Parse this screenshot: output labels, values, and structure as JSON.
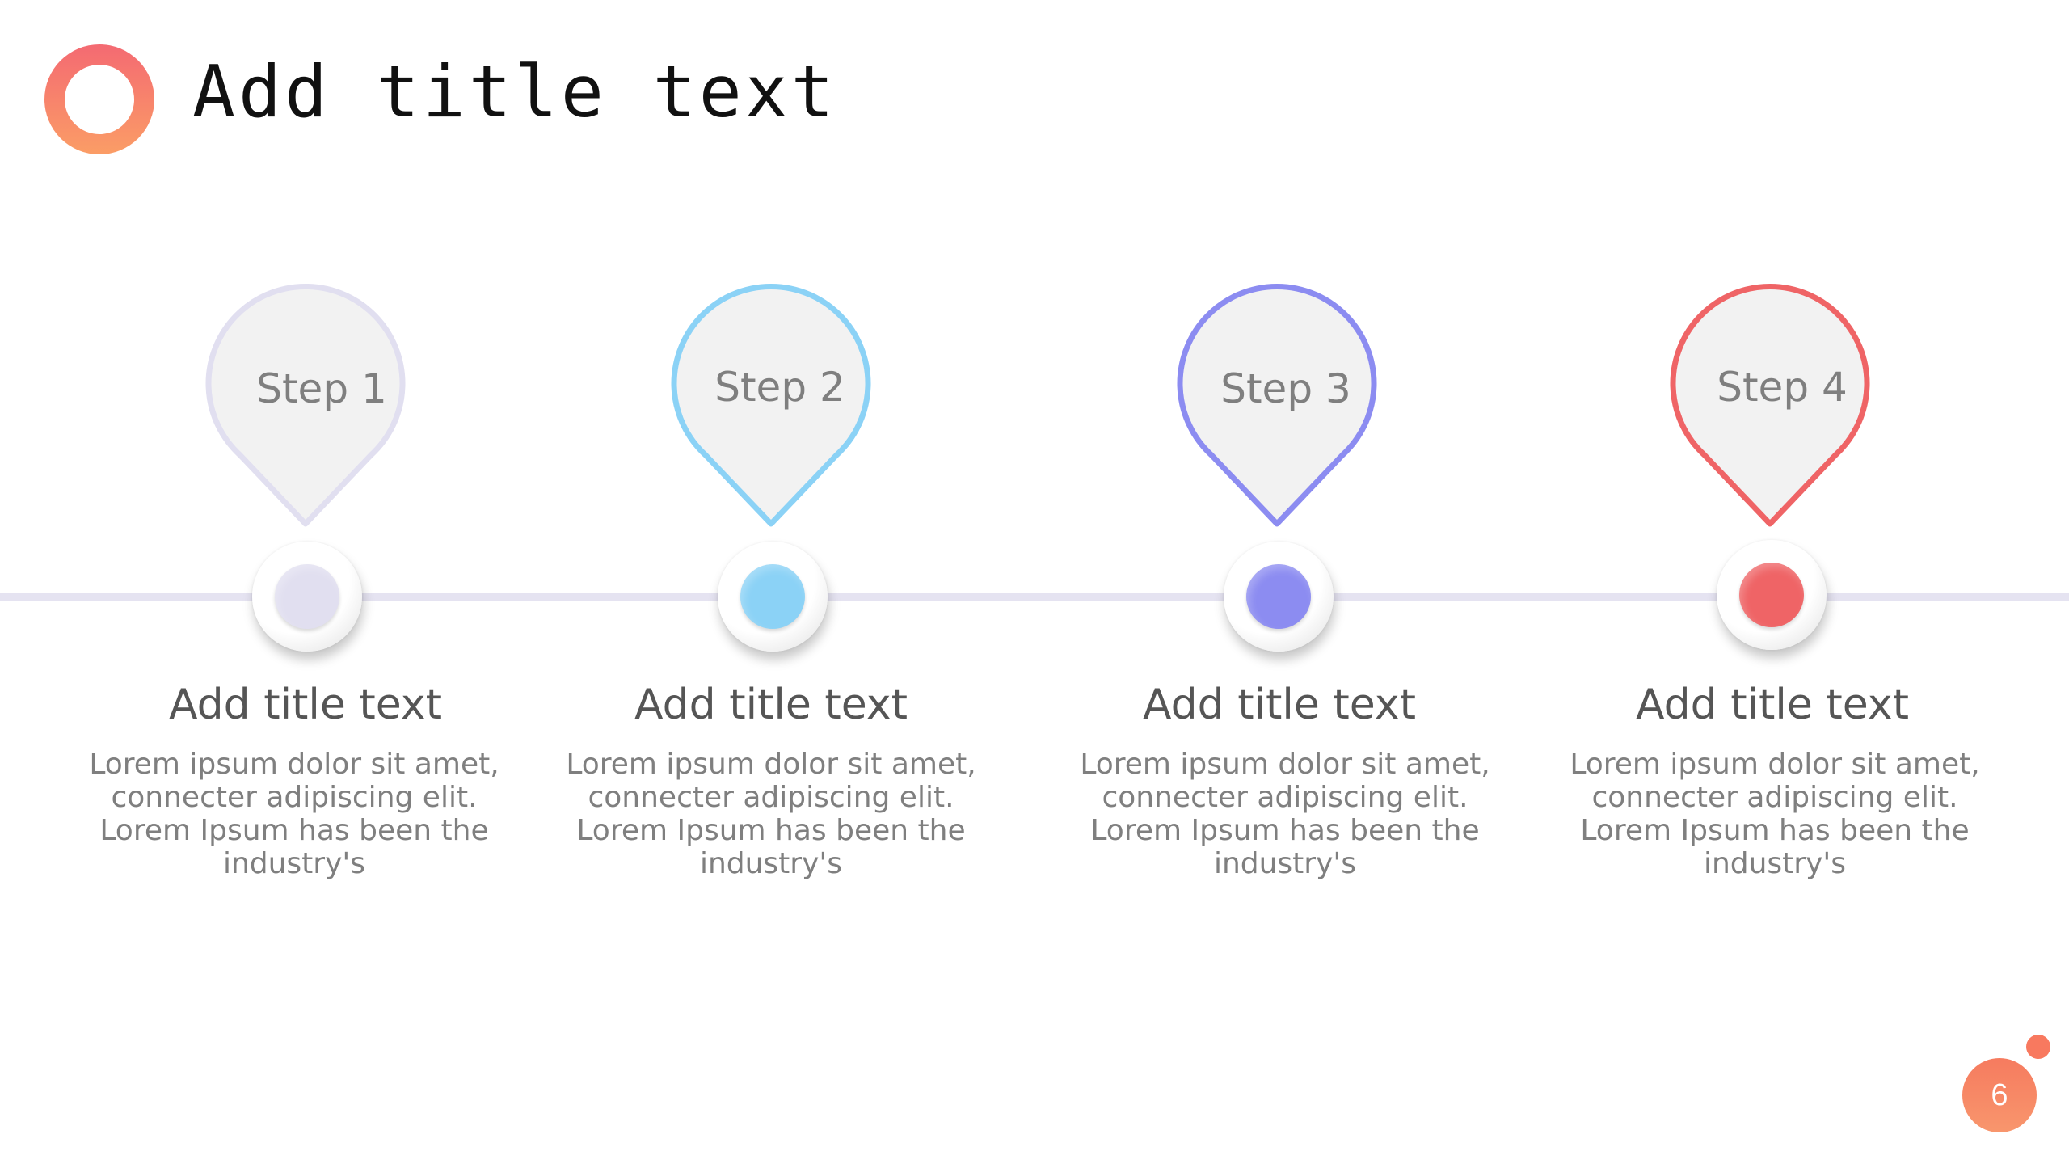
{
  "slide": {
    "title": "Add title text",
    "page_number": "6"
  },
  "steps": [
    {
      "label": "Step 1",
      "title": "Add title text",
      "description": "Lorem ipsum dolor sit amet, connecter adipiscing elit. Lorem Ipsum has been the industry's",
      "color": "#e1dff0"
    },
    {
      "label": "Step 2",
      "title": "Add title text",
      "description": "Lorem ipsum dolor sit amet, connecter adipiscing elit. Lorem Ipsum has been the industry's",
      "color": "#8bd2f6"
    },
    {
      "label": "Step 3",
      "title": "Add title text",
      "description": "Lorem ipsum dolor sit amet, connecter adipiscing elit. Lorem Ipsum has been the industry's",
      "color": "#8c8cf1"
    },
    {
      "label": "Step 4",
      "title": "Add title text",
      "description": "Lorem ipsum dolor sit amet, connecter adipiscing elit. Lorem Ipsum has been the industry's",
      "color": "#ef6466"
    }
  ],
  "colors": {
    "accent_start": "#f46a72",
    "accent_end": "#fb9d66",
    "timeline": "#e5e3f1",
    "pin_fill": "#f2f2f2"
  }
}
